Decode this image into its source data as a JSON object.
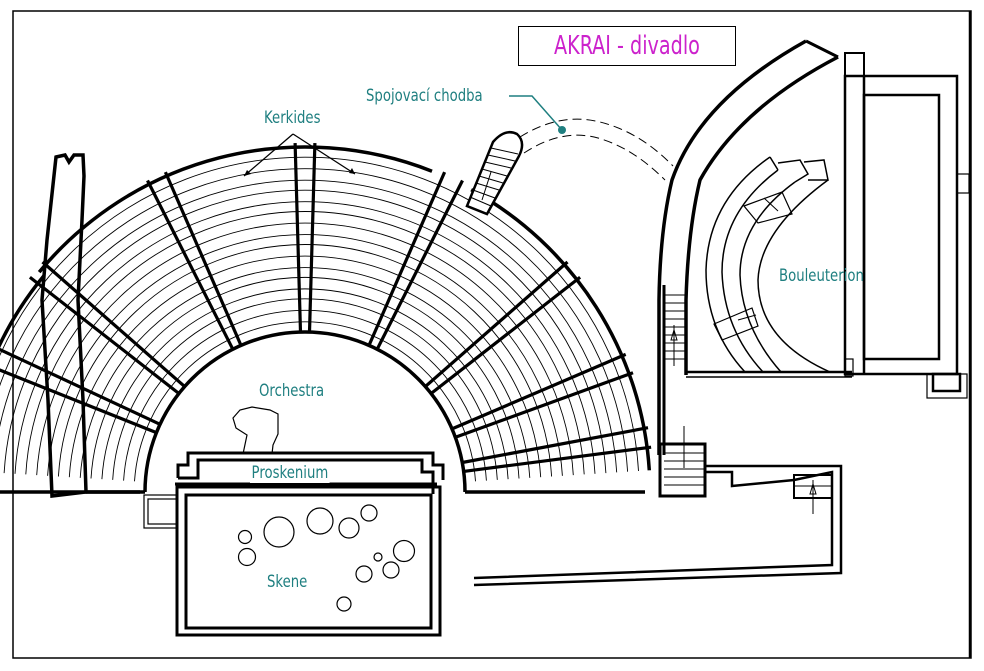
{
  "title": "AKRAI - divadlo",
  "colors": {
    "title": "#cc22cc",
    "label": "#1f7f80",
    "line": "#000000",
    "background": "#ffffff"
  },
  "labels": {
    "kerkides": "Kerkides",
    "spojovaci_chodba": "Spojovací chodba",
    "bouleuterion": "Bouleuterion",
    "orchestra": "Orchestra",
    "proskenium": "Proskenium",
    "skene": "Skene"
  }
}
